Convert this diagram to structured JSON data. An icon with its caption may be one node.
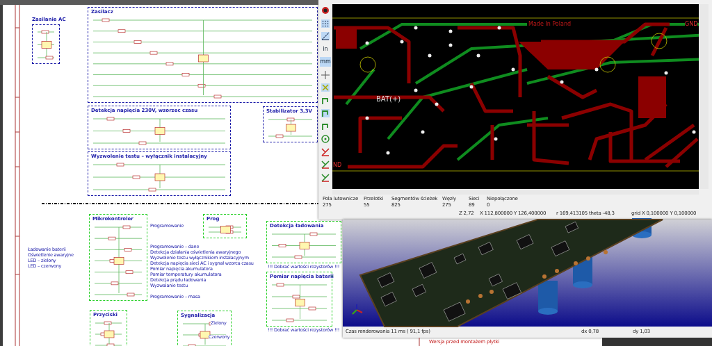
{
  "diagram": {
    "nodes": [
      {
        "text": [
          "Zasilanie AC"
        ]
      },
      {
        "text": [
          "Zasilacz"
        ]
      },
      {
        "text": [
          "Detekcja napięcia 230V, wzorzec czasu"
        ]
      },
      {
        "text": [
          "Stabilizator 3,3V"
        ]
      },
      {
        "text": [
          "Wyzwolenie testu – wyłącznik instalacyjny"
        ]
      },
      {
        "text": [
          "Mikrokontroler"
        ]
      },
      {
        "text": [
          "Prog"
        ]
      },
      {
        "text": [
          "Detekcja ładowania"
        ]
      },
      {
        "text": [
          "Pomiar napięcia baterii"
        ]
      },
      {
        "text": [
          "Przyciski"
        ]
      },
      {
        "text": [
          "Sygnalizacja"
        ]
      }
    ],
    "labels": [
      "Ładowanie baterii",
      "Oświetlenie awaryjne",
      "LED – zielony",
      "LED – czerwony",
      "Programowanie",
      "Programowanie – dane",
      "Detekcja działania oświetlenia awaryjnego",
      "Wyzwolenie testu wyłącznikiem instalacyjnym",
      "Detekcja napięcia sieci AC i sygnał wzorca czasu",
      "Pomiar napięcia akumulatora",
      "Pomiar temperatury akumulatora",
      "Detekcja prądu ładowania",
      "Wyzwalanie testu",
      "Programowanie – masa",
      "!!! Dobrać wartości rezystorów !!!",
      "!!! Dobrać wartości rezystorów !!!",
      "Zielony",
      "Czerwony",
      "Made In Poland",
      "GND",
      "BAT(+)",
      "ND",
      "Pola lutownicze",
      "275",
      "Przelotki",
      "55",
      "Segmentów ścieżek",
      "825",
      "Węzły",
      "275",
      "Sieci",
      "89",
      "Niepołączone",
      "0",
      "Z 2,72",
      "X 112,800000  Y 126,400000",
      "r 169,413105  theta -48,3",
      "grid X 0,100000  Y 0,100000",
      "Czas renderowania 11 ms ( 91,1 fps)",
      "dx 0,78",
      "dy 1,03",
      "Wersja przed montażem płytki",
      "in",
      "mm"
    ]
  }
}
